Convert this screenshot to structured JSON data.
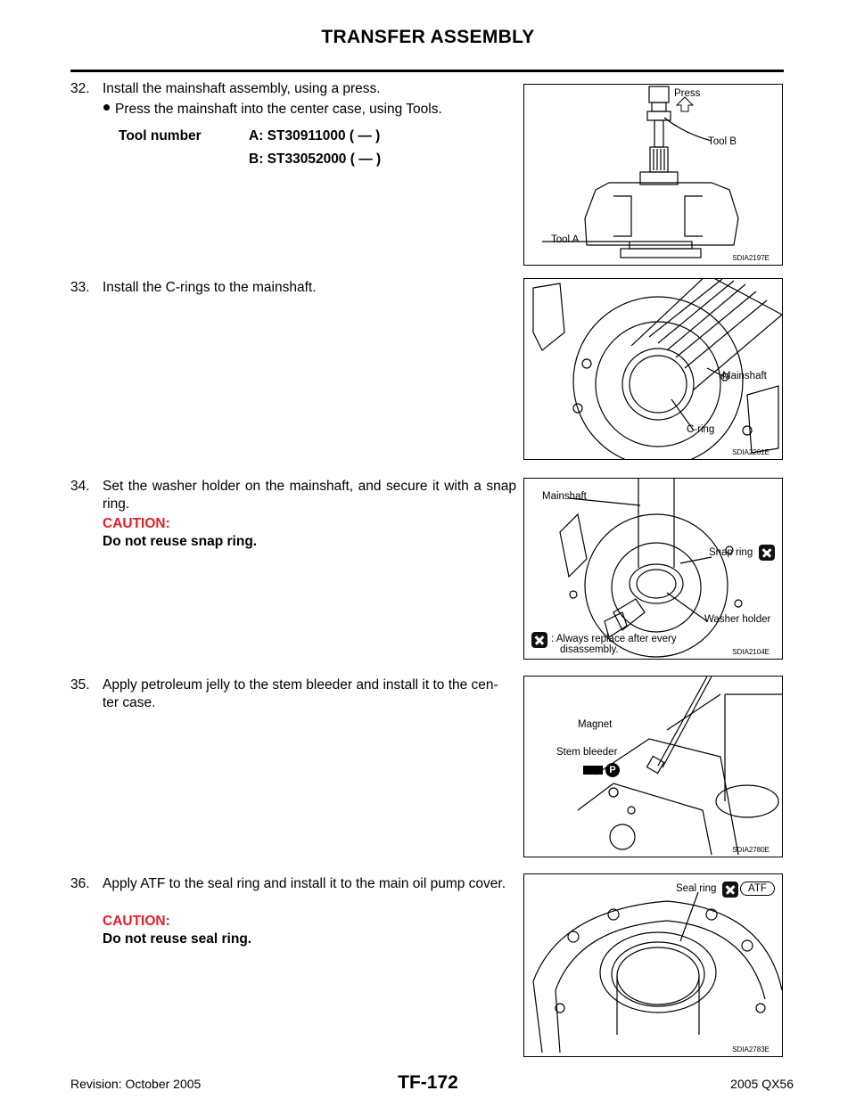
{
  "header": {
    "title": "TRANSFER ASSEMBLY"
  },
  "steps": [
    {
      "num": "32.",
      "text": "Install the mainshaft assembly, using a press."
    },
    {
      "num": "33.",
      "text": "Install the C-rings to the mainshaft."
    },
    {
      "num": "34.",
      "text": "Set the washer holder on the mainshaft, and secure it with a snap ring."
    },
    {
      "num": "35.",
      "text": "Apply petroleum jelly to the stem bleeder and install it to the center case."
    },
    {
      "num": "36.",
      "text": "Apply ATF to the seal ring and install it to the main oil pump cover."
    }
  ],
  "step35_lines": [
    "Apply petroleum jelly to the stem bleeder and install it to the cen-",
    "ter case."
  ],
  "bullet32": "Press the mainshaft into the center case, using Tools.",
  "tool_table": {
    "label": "Tool number",
    "a": "A: ST30911000 (   —   )",
    "b": "B: ST33052000 (   —   )"
  },
  "caution34": {
    "head": "CAUTION:",
    "body": "Do not reuse snap ring."
  },
  "caution36": {
    "head": "CAUTION:",
    "body": "Do not reuse seal ring."
  },
  "figures": {
    "fig1": {
      "code": "SDIA2197E",
      "press": "Press",
      "tool_b": "Tool B",
      "tool_a": "Tool A"
    },
    "fig2": {
      "code": "SDIA2201E",
      "mainshaft": "Mainshaft",
      "cring": "C-ring"
    },
    "fig3": {
      "code": "SDIA2104E",
      "mainshaft": "Mainshaft",
      "snap_ring": "Snap ring",
      "washer_holder": "Washer holder",
      "legend_line1": ": Always replace after every",
      "legend_line2": "disassembly."
    },
    "fig4": {
      "code": "SDIA2780E",
      "magnet": "Magnet",
      "stem_bleeder": "Stem bleeder",
      "p_symbol": "P"
    },
    "fig5": {
      "code": "SDIA2783E",
      "seal_ring": "Seal ring",
      "atf": "ATF"
    }
  },
  "footer": {
    "left": "Revision: October 2005",
    "center": "TF-172",
    "right": "2005 QX56"
  }
}
